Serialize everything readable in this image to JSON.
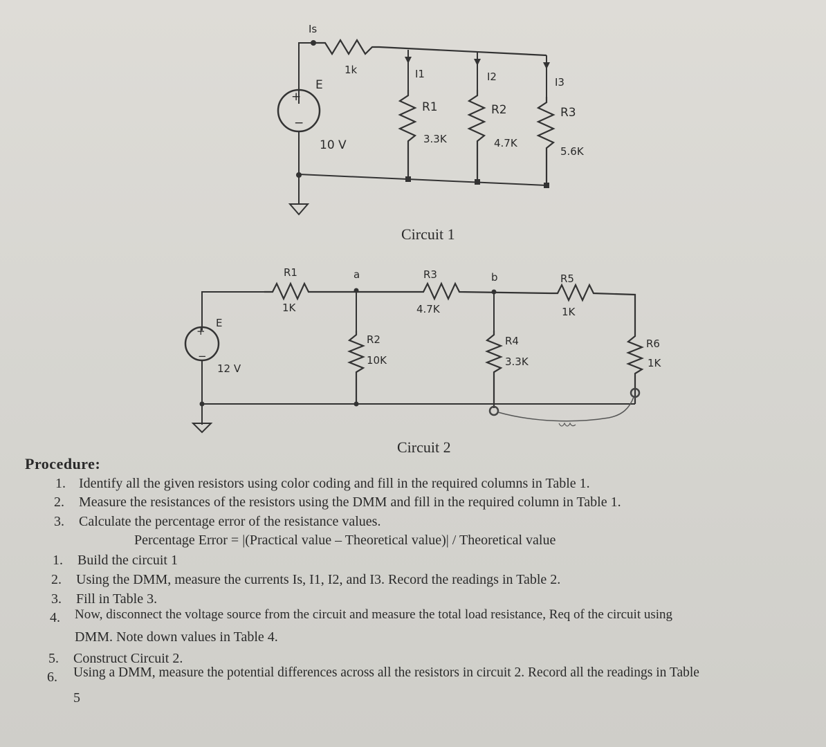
{
  "circuit1": {
    "source_current": "Is",
    "source_res_value": "1k",
    "source_label": "E",
    "source_voltage": "10 V",
    "branch_currents": [
      "I1",
      "I2",
      "I3"
    ],
    "resistors": [
      {
        "name": "R1",
        "value": "3.3K"
      },
      {
        "name": "R2",
        "value": "4.7K"
      },
      {
        "name": "R3",
        "value": "5.6K"
      }
    ],
    "caption": "Circuit 1"
  },
  "circuit2": {
    "source_label": "E",
    "source_voltage": "12 V",
    "node_a": "a",
    "node_b": "b",
    "resistors": [
      {
        "name": "R1",
        "value": "1K"
      },
      {
        "name": "R2",
        "value": "10K"
      },
      {
        "name": "R3",
        "value": "4.7K"
      },
      {
        "name": "R4",
        "value": "3.3K"
      },
      {
        "name": "R5",
        "value": "1K"
      },
      {
        "name": "R6",
        "value": "1K"
      }
    ],
    "caption": "Circuit 2"
  },
  "procedure": {
    "heading": "Procedure:",
    "list1": [
      {
        "n": "1.",
        "text": "Identify all the given resistors using color coding and fill in the required columns in Table 1."
      },
      {
        "n": "2.",
        "text": "Measure the resistances of the resistors using the DMM and fill in the required column in Table 1."
      },
      {
        "n": "3.",
        "text": "Calculate the percentage error of the resistance values."
      }
    ],
    "formula": "Percentage Error = |(Practical value – Theoretical value)| / Theoretical value",
    "list2": [
      {
        "n": "1.",
        "text": "Build the circuit 1"
      },
      {
        "n": "2.",
        "text": "Using the DMM, measure the currents Is, I1, I2, and I3. Record the readings in Table 2."
      },
      {
        "n": "3.",
        "text": "Fill in Table 3."
      },
      {
        "n": "4.",
        "text": "Now, disconnect the voltage source from the circuit and measure the total load resistance, Req of the circuit using"
      },
      {
        "n": "",
        "text": "DMM. Note down values in Table 4."
      },
      {
        "n": "5.",
        "text": "Construct Circuit 2."
      },
      {
        "n": "6.",
        "text": "Using a DMM, measure the potential differences across all the resistors in circuit 2. Record all the readings in Table"
      },
      {
        "n": "",
        "text": "5"
      }
    ]
  }
}
